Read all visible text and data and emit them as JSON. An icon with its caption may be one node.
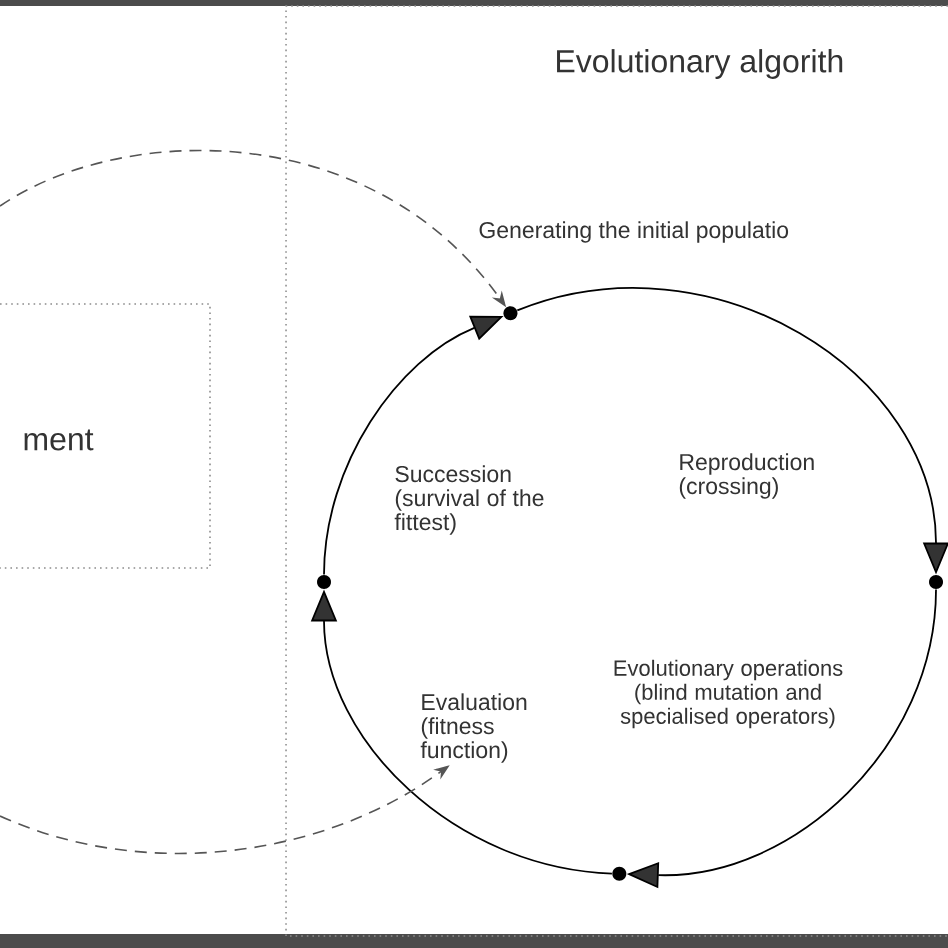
{
  "diagram": {
    "nodes": [
      {
        "text": [
          "Evolutionary algorith"
        ]
      },
      {
        "text": [
          "ment"
        ]
      },
      {
        "text": [
          "Generating the initial populatio"
        ],
        "in": 0
      },
      {
        "text": [
          "Succession (survival of the fittest)"
        ],
        "in": 0
      },
      {
        "text": [
          "Reproduction (crossing)"
        ],
        "in": 0
      },
      {
        "text": [
          "Evolutionary operations (blind mutation and specialised operators)"
        ],
        "in": 0
      },
      {
        "text": [
          "Evaluation (fitness function)"
        ],
        "in": 0
      },
      {
        "text": [],
        "shape": "circle",
        "in": 0
      },
      {
        "text": [],
        "shape": "circle",
        "in": 0
      },
      {
        "text": [],
        "shape": "circle",
        "in": 0
      },
      {
        "text": [],
        "shape": "circle",
        "in": 0
      }
    ],
    "edges": [
      {
        "from": 8,
        "to": 7,
        "arrow": "to"
      },
      {
        "from": 7,
        "to": 9,
        "arrow": "to"
      },
      {
        "from": 9,
        "to": 10,
        "arrow": "to"
      },
      {
        "from": 10,
        "to": 8,
        "arrow": "to"
      },
      {
        "from": null,
        "to": 7,
        "arrow": "to",
        "style": "dashed",
        "color": "#555555"
      },
      {
        "from": null,
        "to": 6,
        "arrow": "to",
        "style": "dashed",
        "color": "#555555"
      }
    ]
  }
}
